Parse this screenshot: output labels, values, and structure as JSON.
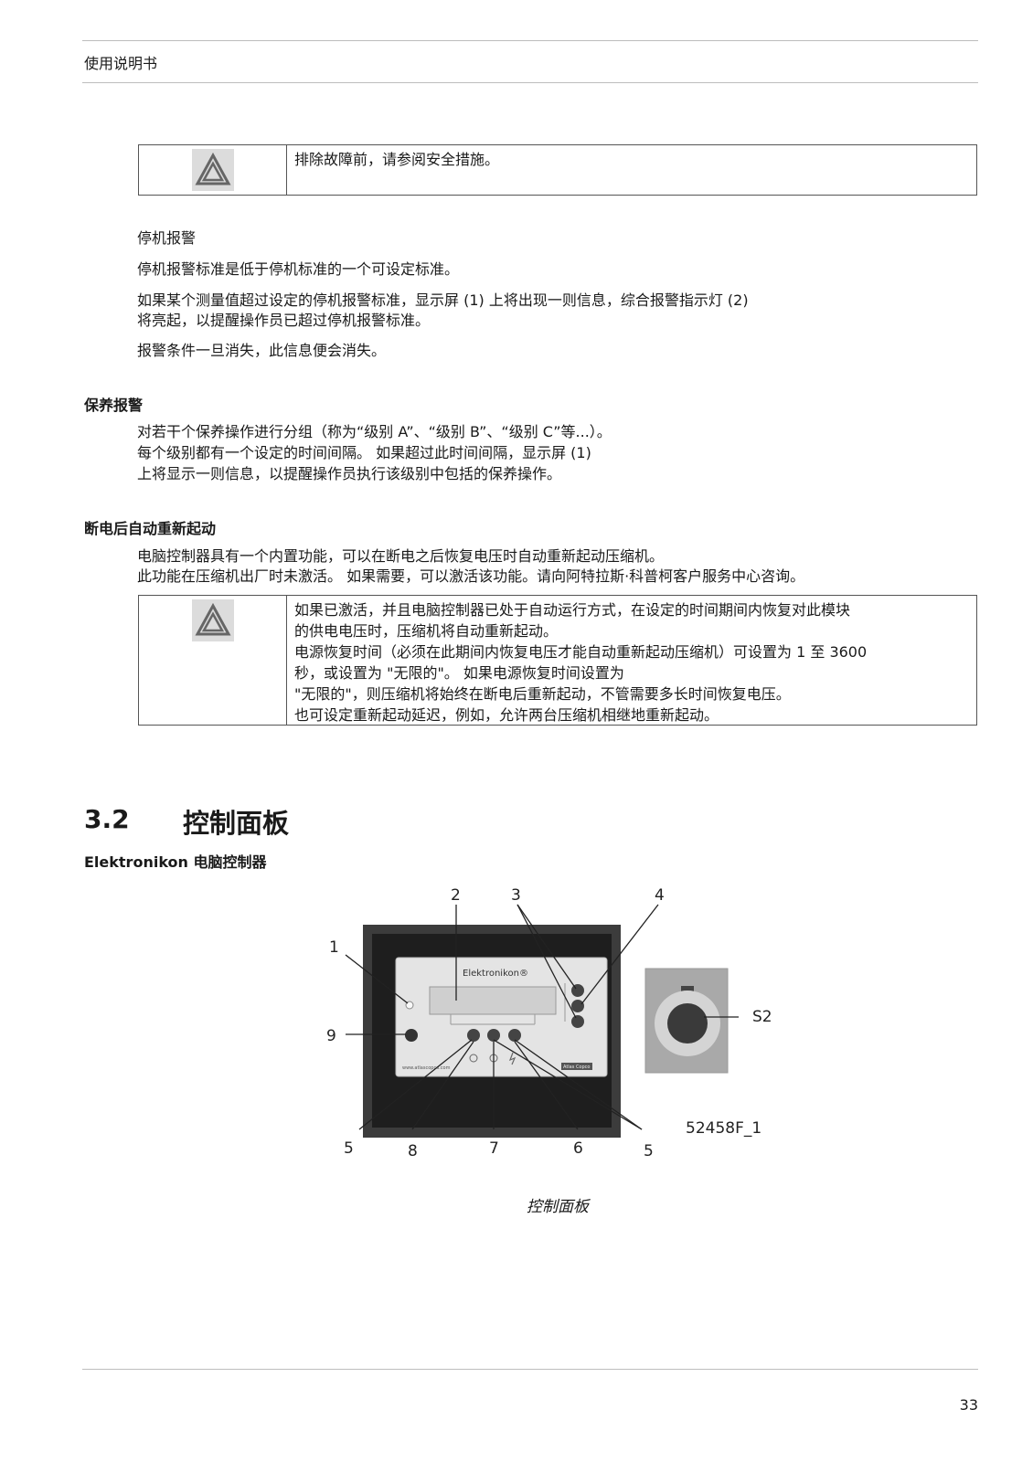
{
  "header": {
    "title": "使用说明书"
  },
  "note1": {
    "text": "排除故障前，请参阅安全措施。"
  },
  "shutdown_warning": {
    "heading": "停机报警",
    "p1": "停机报警标准是低于停机标准的一个可设定标准。",
    "p2_line1": "如果某个测量值超过设定的停机报警标准，显示屏 (1) 上将出现一则信息，综合报警指示灯 (2)",
    "p2_line2": "将亮起，以提醒操作员已超过停机报警标准。",
    "p3": "报警条件一旦消失，此信息便会消失。"
  },
  "service_warning": {
    "heading": "保养报警",
    "line1": "对若干个保养操作进行分组（称为“级别 A”、“级别 B”、“级别 C”等...）。",
    "line2": "每个级别都有一个设定的时间间隔。 如果超过此时间间隔，显示屏 (1)",
    "line3": "上将显示一则信息，以提醒操作员执行该级别中包括的保养操作。"
  },
  "auto_restart": {
    "heading": "断电后自动重新起动",
    "line1": "电脑控制器具有一个内置功能，可以在断电之后恢复电压时自动重新起动压缩机。",
    "line2": "此功能在压缩机出厂时未激活。 如果需要，可以激活该功能。请向阿特拉斯·科普柯客户服务中心咨询。"
  },
  "note2": {
    "line1": "如果已激活，并且电脑控制器已处于自动运行方式，在设定的时间期间内恢复对此模块",
    "line2": "的供电电压时，压缩机将自动重新起动。",
    "line3": "电源恢复时间（必须在此期间内恢复电压才能自动重新起动压缩机）可设置为 1 至 3600",
    "line4": "秒，或设置为 \"无限的\"。 如果电源恢复时间设置为",
    "line5": "\"无限的\"，则压缩机将始终在断电后重新起动，不管需要多长时间恢复电压。",
    "line6": "也可设定重新起动延迟，例如，允许两台压缩机相继地重新起动。"
  },
  "section": {
    "number": "3.2",
    "title": "控制面板",
    "subheading": "Elektronikon 电脑控制器"
  },
  "figure": {
    "brand": "Elektronikon®",
    "brand_small": "Atlas Copco",
    "url_small": "www.atlascopco.com",
    "labels": {
      "l1": "1",
      "l2": "2",
      "l3": "3",
      "l4": "4",
      "l5a": "5",
      "l5b": "5",
      "l6": "6",
      "l7": "7",
      "l8": "8",
      "l9": "9",
      "s2": "S2"
    },
    "code": "52458F_1",
    "caption": "控制面板"
  },
  "footer": {
    "page": "33"
  }
}
